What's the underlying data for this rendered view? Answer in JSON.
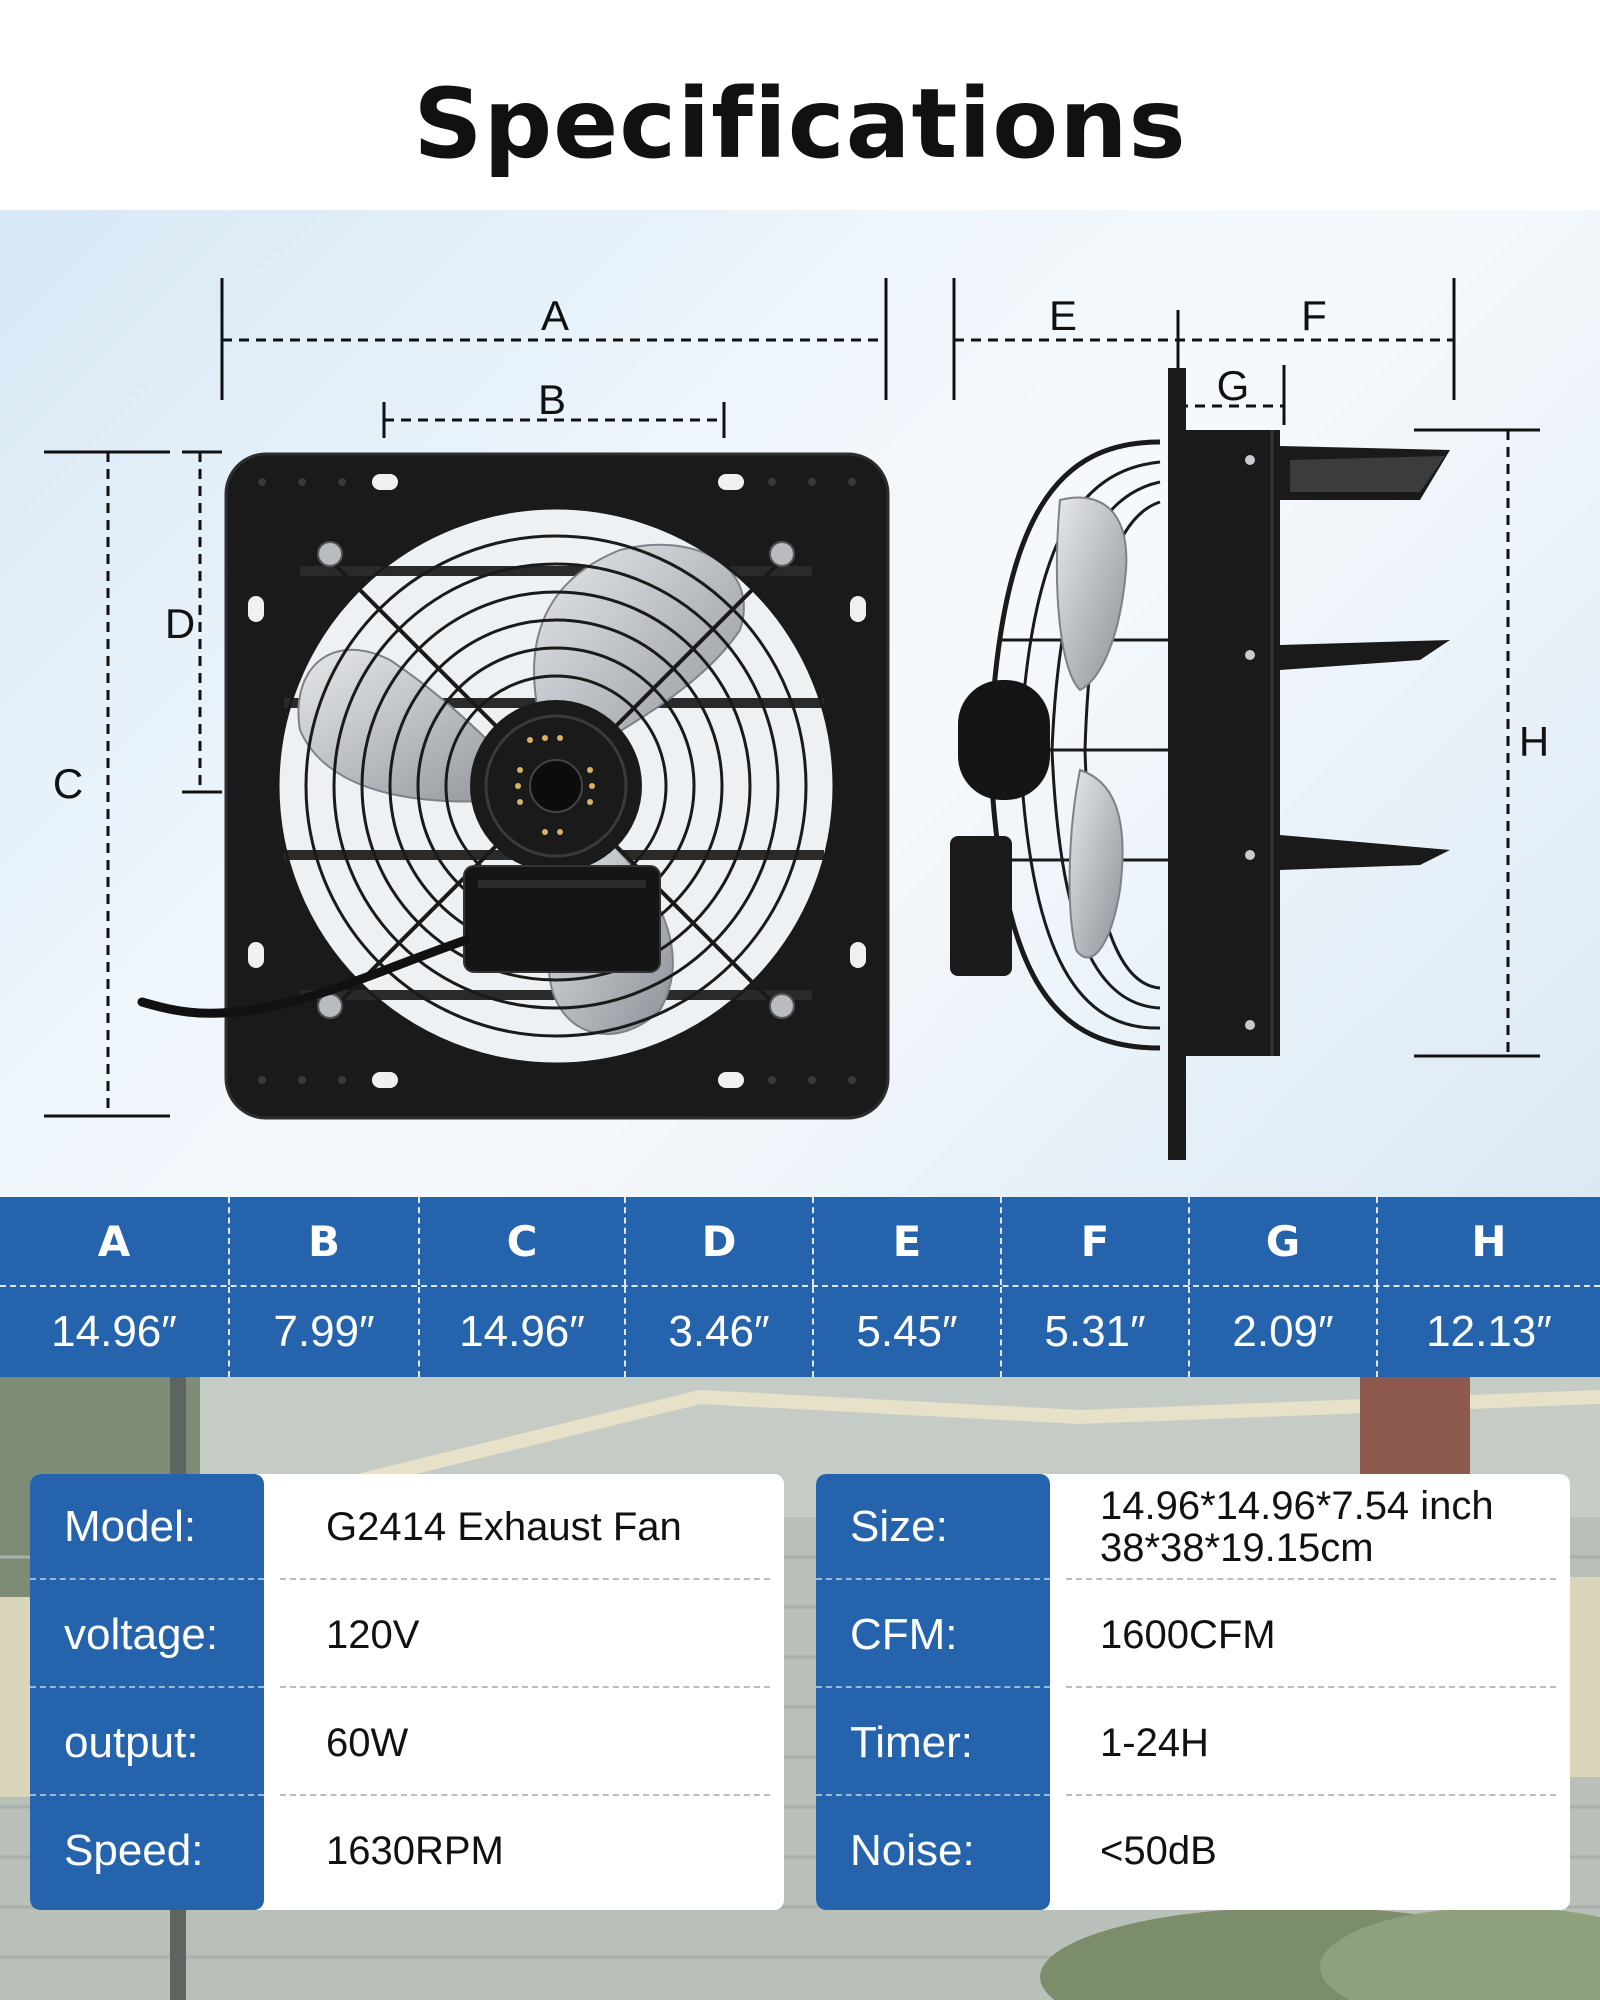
{
  "title": "Specifications",
  "diagram_labels": {
    "A": "A",
    "B": "B",
    "C": "C",
    "D": "D",
    "E": "E",
    "F": "F",
    "G": "G",
    "H": "H"
  },
  "dimensions": {
    "headers": [
      "A",
      "B",
      "C",
      "D",
      "E",
      "F",
      "G",
      "H"
    ],
    "values": [
      "14.96″",
      "7.99″",
      "14.96″",
      "3.46″",
      "5.45″",
      "5.31″",
      "2.09″",
      "12.13″"
    ]
  },
  "specs_left": [
    {
      "label": "Model:",
      "value": "G2414 Exhaust Fan"
    },
    {
      "label": "voltage:",
      "value": "120V"
    },
    {
      "label": "output:",
      "value": "60W"
    },
    {
      "label": "Speed:",
      "value": "1630RPM"
    }
  ],
  "specs_right": [
    {
      "label": "Size:",
      "value": "14.96*14.96*7.54 inch",
      "value2": "38*38*19.15cm"
    },
    {
      "label": "CFM:",
      "value": "1600CFM"
    },
    {
      "label": "Timer:",
      "value": "1-24H"
    },
    {
      "label": "Noise:",
      "value": "<50dB"
    }
  ],
  "colors": {
    "accent_blue": "#2563ad",
    "fan_body": "#1a1a1a",
    "blade": "#c9ccd0"
  }
}
